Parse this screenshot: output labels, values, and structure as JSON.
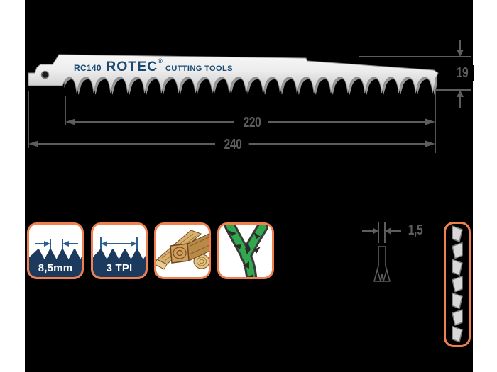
{
  "product_diagram": {
    "model": "RC140",
    "brand": "ROTEC",
    "registered_mark": "®",
    "brand_suffix": "CUTTING TOOLS"
  },
  "dimensions": {
    "blade_height_mm": "19",
    "toothed_length_mm": "220",
    "total_length_mm": "240",
    "thickness_mm": "1,5"
  },
  "spec_badges": {
    "tooth_pitch": "8,5mm",
    "teeth_per_inch": "3 TPI"
  },
  "icons": {
    "tooth_pitch_icon": "converging-arrows-over-teeth",
    "tpi_icon": "span-arrow-over-teeth",
    "wood_icon": "wood-beams",
    "green_wood_icon": "green-branch",
    "side_view_icon": "tooth-set-side-view",
    "thickness_icon": "blade-cross-section"
  },
  "colors": {
    "background": "#000000",
    "matte": "#FFFFFF",
    "accent_orange": "#F0814F",
    "badge_navy": "#1C3A5E",
    "arrow_blue": "#2D5F92",
    "brand_navy": "#1A4A72",
    "dimension_gray": "#5D5D5D",
    "branch_green": "#31A84E",
    "blade_light": "#EFEFEF"
  }
}
